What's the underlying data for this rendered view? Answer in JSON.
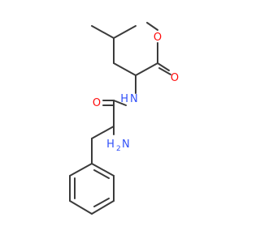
{
  "molecule": {
    "atoms": {
      "ester_o_methyl": {
        "label": "O",
        "color": "#ff0d0d"
      },
      "ester_o_carbonyl": {
        "label": "O",
        "color": "#ff0d0d"
      },
      "amide_nh": {
        "label": "H",
        "color": "#3050f8"
      },
      "amide_n": {
        "label": "N",
        "color": "#3050f8"
      },
      "amide_o": {
        "label": "O",
        "color": "#ff0d0d"
      },
      "amine_h2": {
        "label": "H",
        "color": "#3050f8"
      },
      "amine_sub2": {
        "label": "2",
        "color": "#3050f8"
      },
      "amine_n": {
        "label": "N",
        "color": "#3050f8"
      }
    },
    "bond_color": "#3b3b3b"
  }
}
